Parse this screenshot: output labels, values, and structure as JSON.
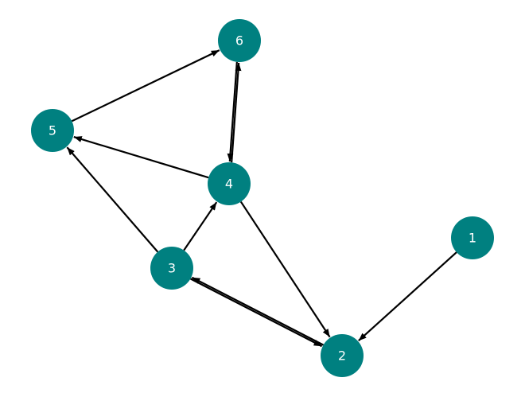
{
  "graph": {
    "node_color": "#008080",
    "label_color": "#ffffff",
    "edge_color": "#000000",
    "directed": true,
    "nodes": [
      {
        "id": "1",
        "label": "1"
      },
      {
        "id": "2",
        "label": "2"
      },
      {
        "id": "3",
        "label": "3"
      },
      {
        "id": "4",
        "label": "4"
      },
      {
        "id": "5",
        "label": "5"
      },
      {
        "id": "6",
        "label": "6"
      }
    ],
    "edges": [
      {
        "source": "1",
        "target": "2"
      },
      {
        "source": "3",
        "target": "2"
      },
      {
        "source": "2",
        "target": "3"
      },
      {
        "source": "3",
        "target": "4"
      },
      {
        "source": "3",
        "target": "5"
      },
      {
        "source": "4",
        "target": "2"
      },
      {
        "source": "4",
        "target": "5"
      },
      {
        "source": "4",
        "target": "6"
      },
      {
        "source": "6",
        "target": "4"
      },
      {
        "source": "5",
        "target": "6"
      }
    ]
  }
}
